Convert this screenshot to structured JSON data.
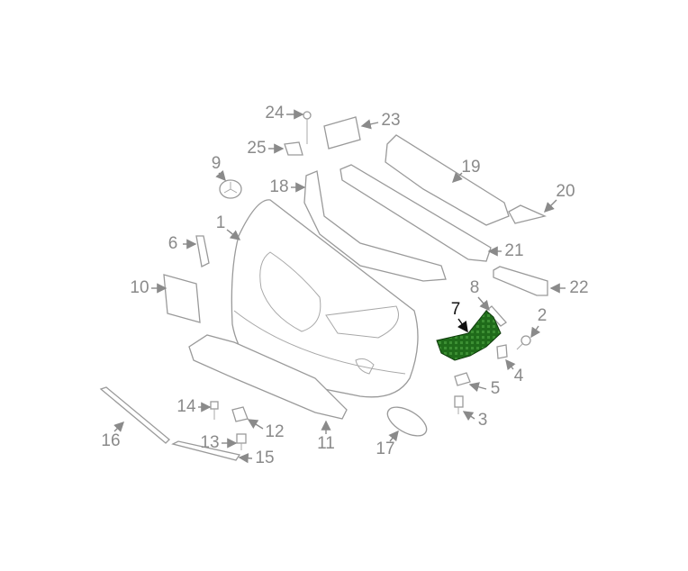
{
  "diagram": {
    "title": "Front bumper parts diagram",
    "highlighted_part": "7",
    "highlight_color": "#1f6b1a",
    "line_color": "#8a8a8a",
    "callouts": [
      "1",
      "2",
      "3",
      "4",
      "5",
      "6",
      "7",
      "8",
      "9",
      "10",
      "11",
      "12",
      "13",
      "14",
      "15",
      "16",
      "17",
      "18",
      "19",
      "20",
      "21",
      "22",
      "23",
      "24",
      "25"
    ]
  }
}
